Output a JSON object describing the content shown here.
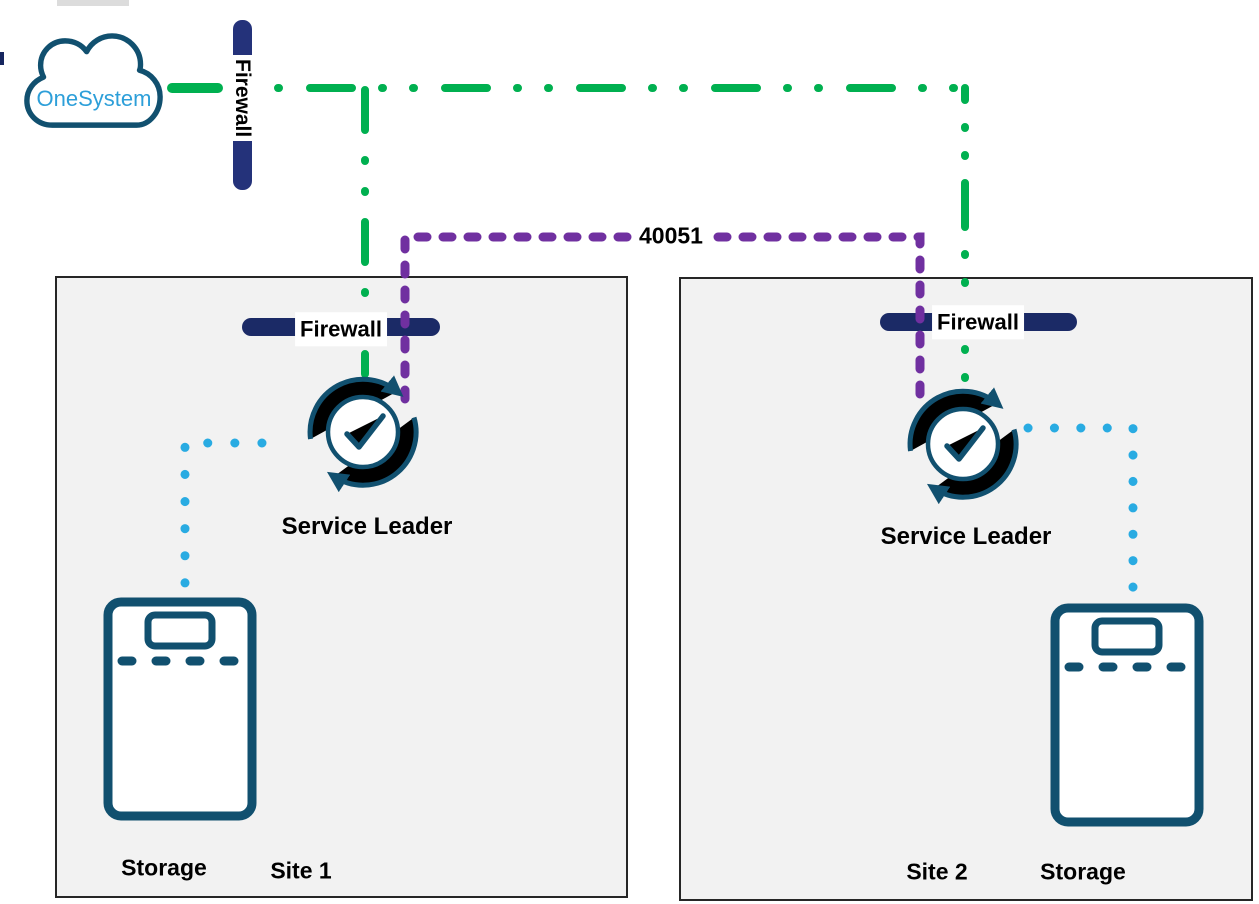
{
  "cloud": {
    "label": "OneSystem"
  },
  "external_firewall": {
    "label": "Firewall"
  },
  "connection": {
    "port_label": "40051"
  },
  "sites": [
    {
      "name": "Site 1",
      "firewall": {
        "label": "Firewall"
      },
      "service_leader": {
        "label": "Service Leader"
      },
      "storage": {
        "label": "Storage"
      }
    },
    {
      "name": "Site 2",
      "firewall": {
        "label": "Firewall"
      },
      "service_leader": {
        "label": "Service Leader"
      },
      "storage": {
        "label": "Storage"
      }
    }
  ],
  "colors": {
    "management_line_green": "#00b050",
    "replication_line_purple": "#7030a0",
    "storage_link_cyan": "#29abe2",
    "firewall_bar_navy": "#1b2a66",
    "external_firewall_bar_navy": "#24327a",
    "icon_stroke_teal": "#11506f",
    "onesystem_text_blue": "#2d9fd9",
    "site_box_fill": "#f2f2f2",
    "site_box_border": "#262626",
    "label_text": "#000000"
  }
}
